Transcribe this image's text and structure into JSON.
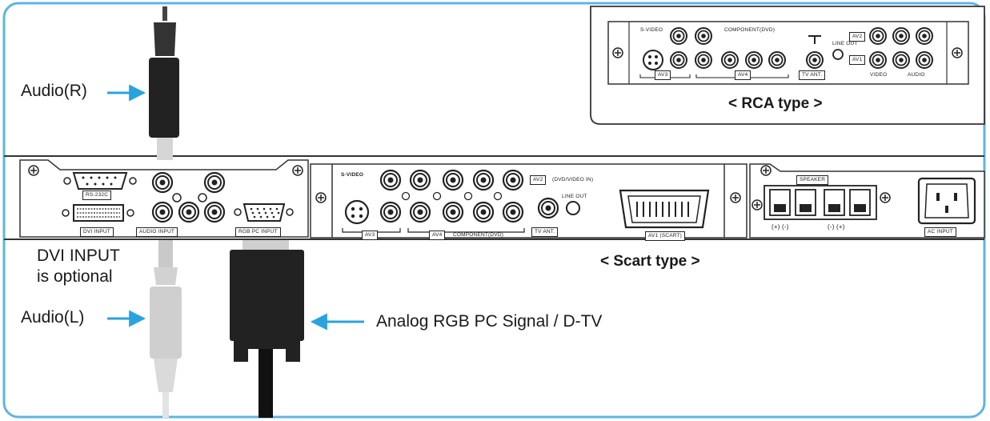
{
  "labels": {
    "audio_r": "Audio(R)",
    "audio_l": "Audio(L)",
    "dvi_optional_line1": "DVI INPUT",
    "dvi_optional_line2": "is optional",
    "analog_rgb": "Analog RGB PC Signal / D-TV",
    "rca_type": "< RCA type >",
    "scart_type": "< Scart type >"
  },
  "panel_labels": {
    "rs232c": "RS-232C",
    "dvi_input": "DVI INPUT",
    "audio_input": "AUDIO INPUT",
    "rgb_pc_input": "RGB PC INPUT",
    "s_video": "S-VIDEO",
    "av2": "AV2",
    "dvd_video": "(DVD/VIDEO IN)",
    "line_out": "LINE OUT",
    "av3": "AV3",
    "av4": "AV4",
    "component_dvd": "COMPONENT(DVD)",
    "tv_ant": "TV ANT.",
    "av1_scart": "AV1 (SCART)",
    "speaker": "SPEAKER",
    "speaker_polarity_left": "(+) (-)",
    "speaker_polarity_right": "(-) (+)",
    "ac_input": "AC INPUT",
    "rca_s_video": "S-VIDEO",
    "rca_component": "COMPONENT(DVD)",
    "rca_av3": "AV3",
    "rca_av4": "AV4",
    "rca_tv_ant": "TV ANT.",
    "rca_line_out": "LINE OUT",
    "rca_av1": "AV1",
    "rca_av2": "AV2",
    "rca_video": "VIDEO",
    "rca_audio": "AUDIO"
  },
  "colors": {
    "frame_border": "#5fb4e0",
    "arrow": "#29a3dd",
    "line": "#333333",
    "cable_dark": "#222222",
    "cable_light": "#cfcfcf"
  }
}
